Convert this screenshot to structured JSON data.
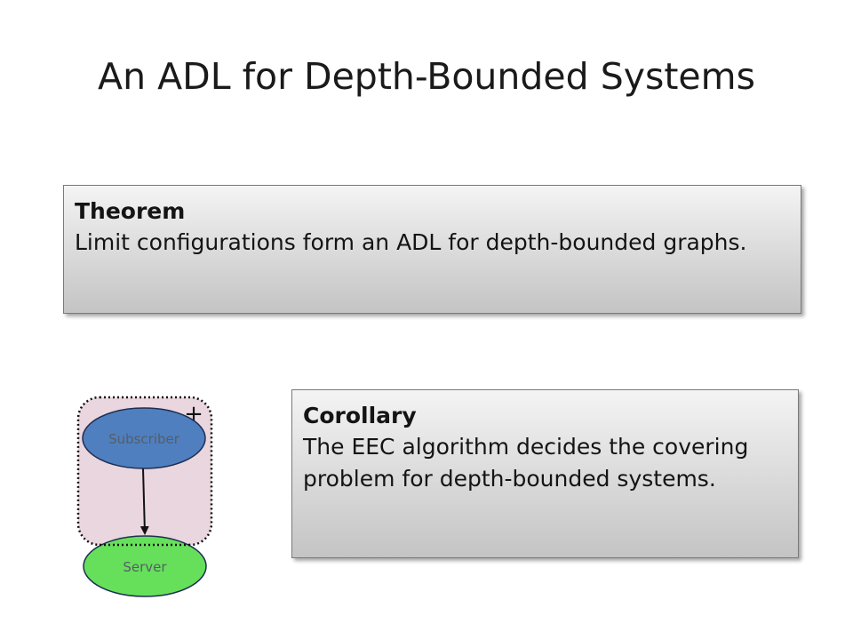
{
  "slide": {
    "title": "An ADL for Depth-Bounded Systems"
  },
  "theorem": {
    "heading": "Theorem",
    "text": "Limit configurations form an ADL for depth-bounded graphs."
  },
  "corollary": {
    "heading": "Corollary",
    "text": "The EEC algorithm decides the covering problem for depth-bounded systems."
  },
  "diagram": {
    "group_marker": "+",
    "nodes": {
      "subscriber": {
        "label": "Subscriber",
        "color": "#4f7fbf"
      },
      "server": {
        "label": "Server",
        "color": "#66e05a"
      }
    },
    "group_color": "#ead6df"
  }
}
